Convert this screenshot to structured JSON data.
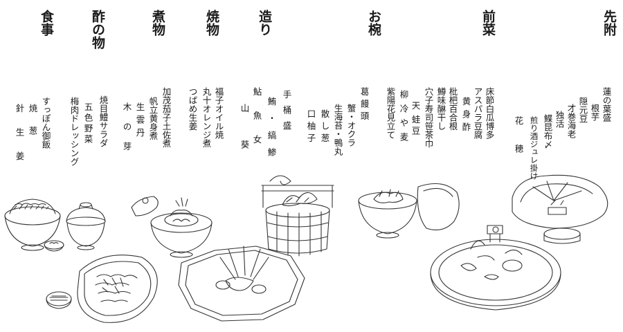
{
  "menu": {
    "courses": [
      {
        "title": "先附",
        "items": [
          "蓮の葉盛",
          "根芋",
          "隠元豆",
          "才巻海老",
          "独活",
          "鰈昆布〆",
          "煎り酒ジュレ掛け",
          "花穂"
        ]
      },
      {
        "title": "前菜",
        "items": [
          "床節白瓜博多",
          "アスパラ豆腐",
          "黄身酢",
          "枇杷百合根",
          "鱒味醂干し",
          "穴子寿司笹茶巾",
          "蛙豆",
          "天"
        ]
      },
      {
        "title": "お椀",
        "items": [
          "紫陽花見立て",
          "葛饅頭",
          "蟹・オクラ",
          "生海苔・鴨丸",
          "散し葱",
          "口柚子",
          "柳冷や麦"
        ]
      },
      {
        "title": "造り",
        "items": [
          "手桶盛",
          "鮪・縞鯵",
          "鮎魚女",
          "山葵"
        ]
      },
      {
        "title": "焼物",
        "items": [
          "福子オイル焼",
          "丸十オレンジ煮",
          "つばめ生姜"
        ]
      },
      {
        "title": "煮物",
        "items": [
          "加茂茄子土佐煮",
          "帆立黄身煮",
          "生雲丹",
          "木の芽"
        ]
      },
      {
        "title": "酢の物",
        "items": [
          "焼目鱧サラダ",
          "五色野菜",
          "梅肉ドレッシング"
        ]
      },
      {
        "title": "食事",
        "items": [
          "すっぽん御飯",
          "焼葱",
          "針生姜"
        ]
      }
    ]
  }
}
